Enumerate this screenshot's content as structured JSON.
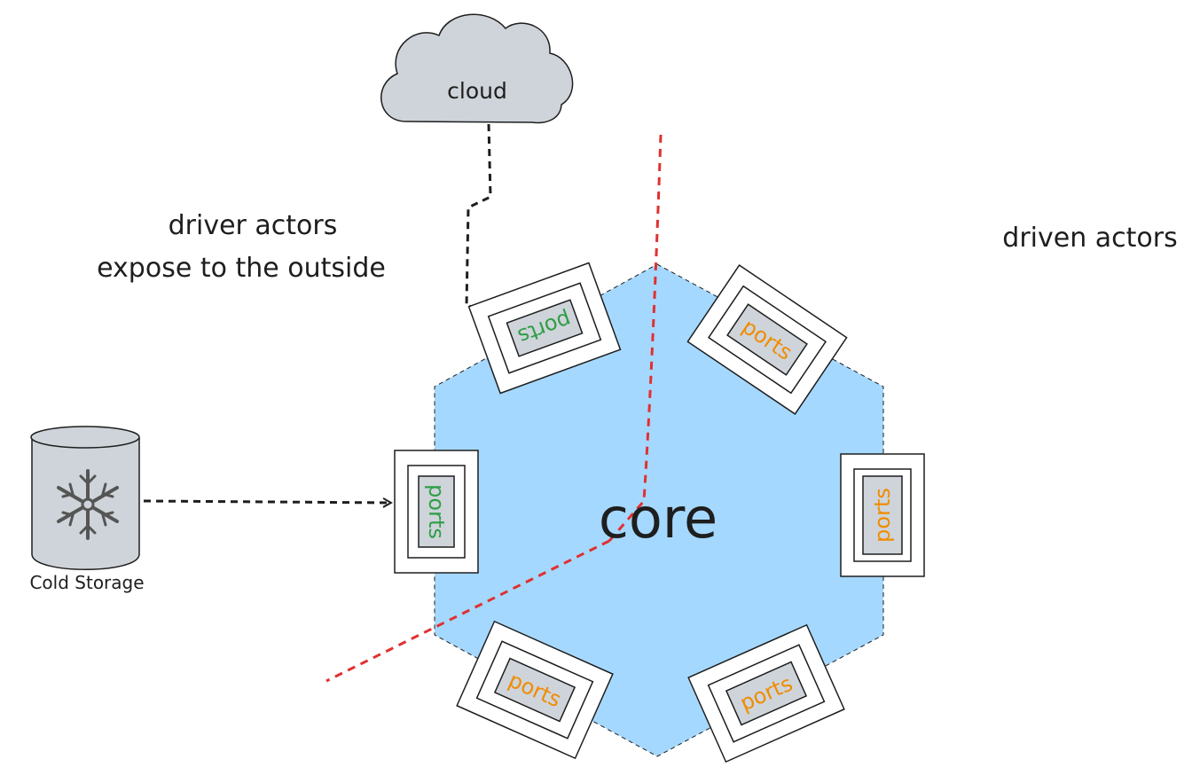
{
  "labels": {
    "driver_title": "driver actors",
    "driver_subtitle": "expose to the outside",
    "driven_title": "driven actors",
    "core": "core",
    "cloud": "cloud",
    "cold_storage": "Cold Storage"
  },
  "ports": [
    {
      "label": "ports",
      "role": "driver",
      "color": "#2f9e44"
    },
    {
      "label": "ports",
      "role": "driver",
      "color": "#2f9e44"
    },
    {
      "label": "ports",
      "role": "driven",
      "color": "#f08c00"
    },
    {
      "label": "ports",
      "role": "driven",
      "color": "#f08c00"
    },
    {
      "label": "ports",
      "role": "driven",
      "color": "#f08c00"
    },
    {
      "label": "ports",
      "role": "driven",
      "color": "#f08c00"
    }
  ],
  "colors": {
    "core_fill": "#a5d8ff",
    "divider": "#e03131",
    "cloud_fill": "#ced4da",
    "port_fill": "#ced4da",
    "storage_fill": "#ced4da",
    "stroke": "#1e1e1e"
  },
  "icons": {
    "storage": "snowflake-icon",
    "cloud": "cloud-shape"
  }
}
